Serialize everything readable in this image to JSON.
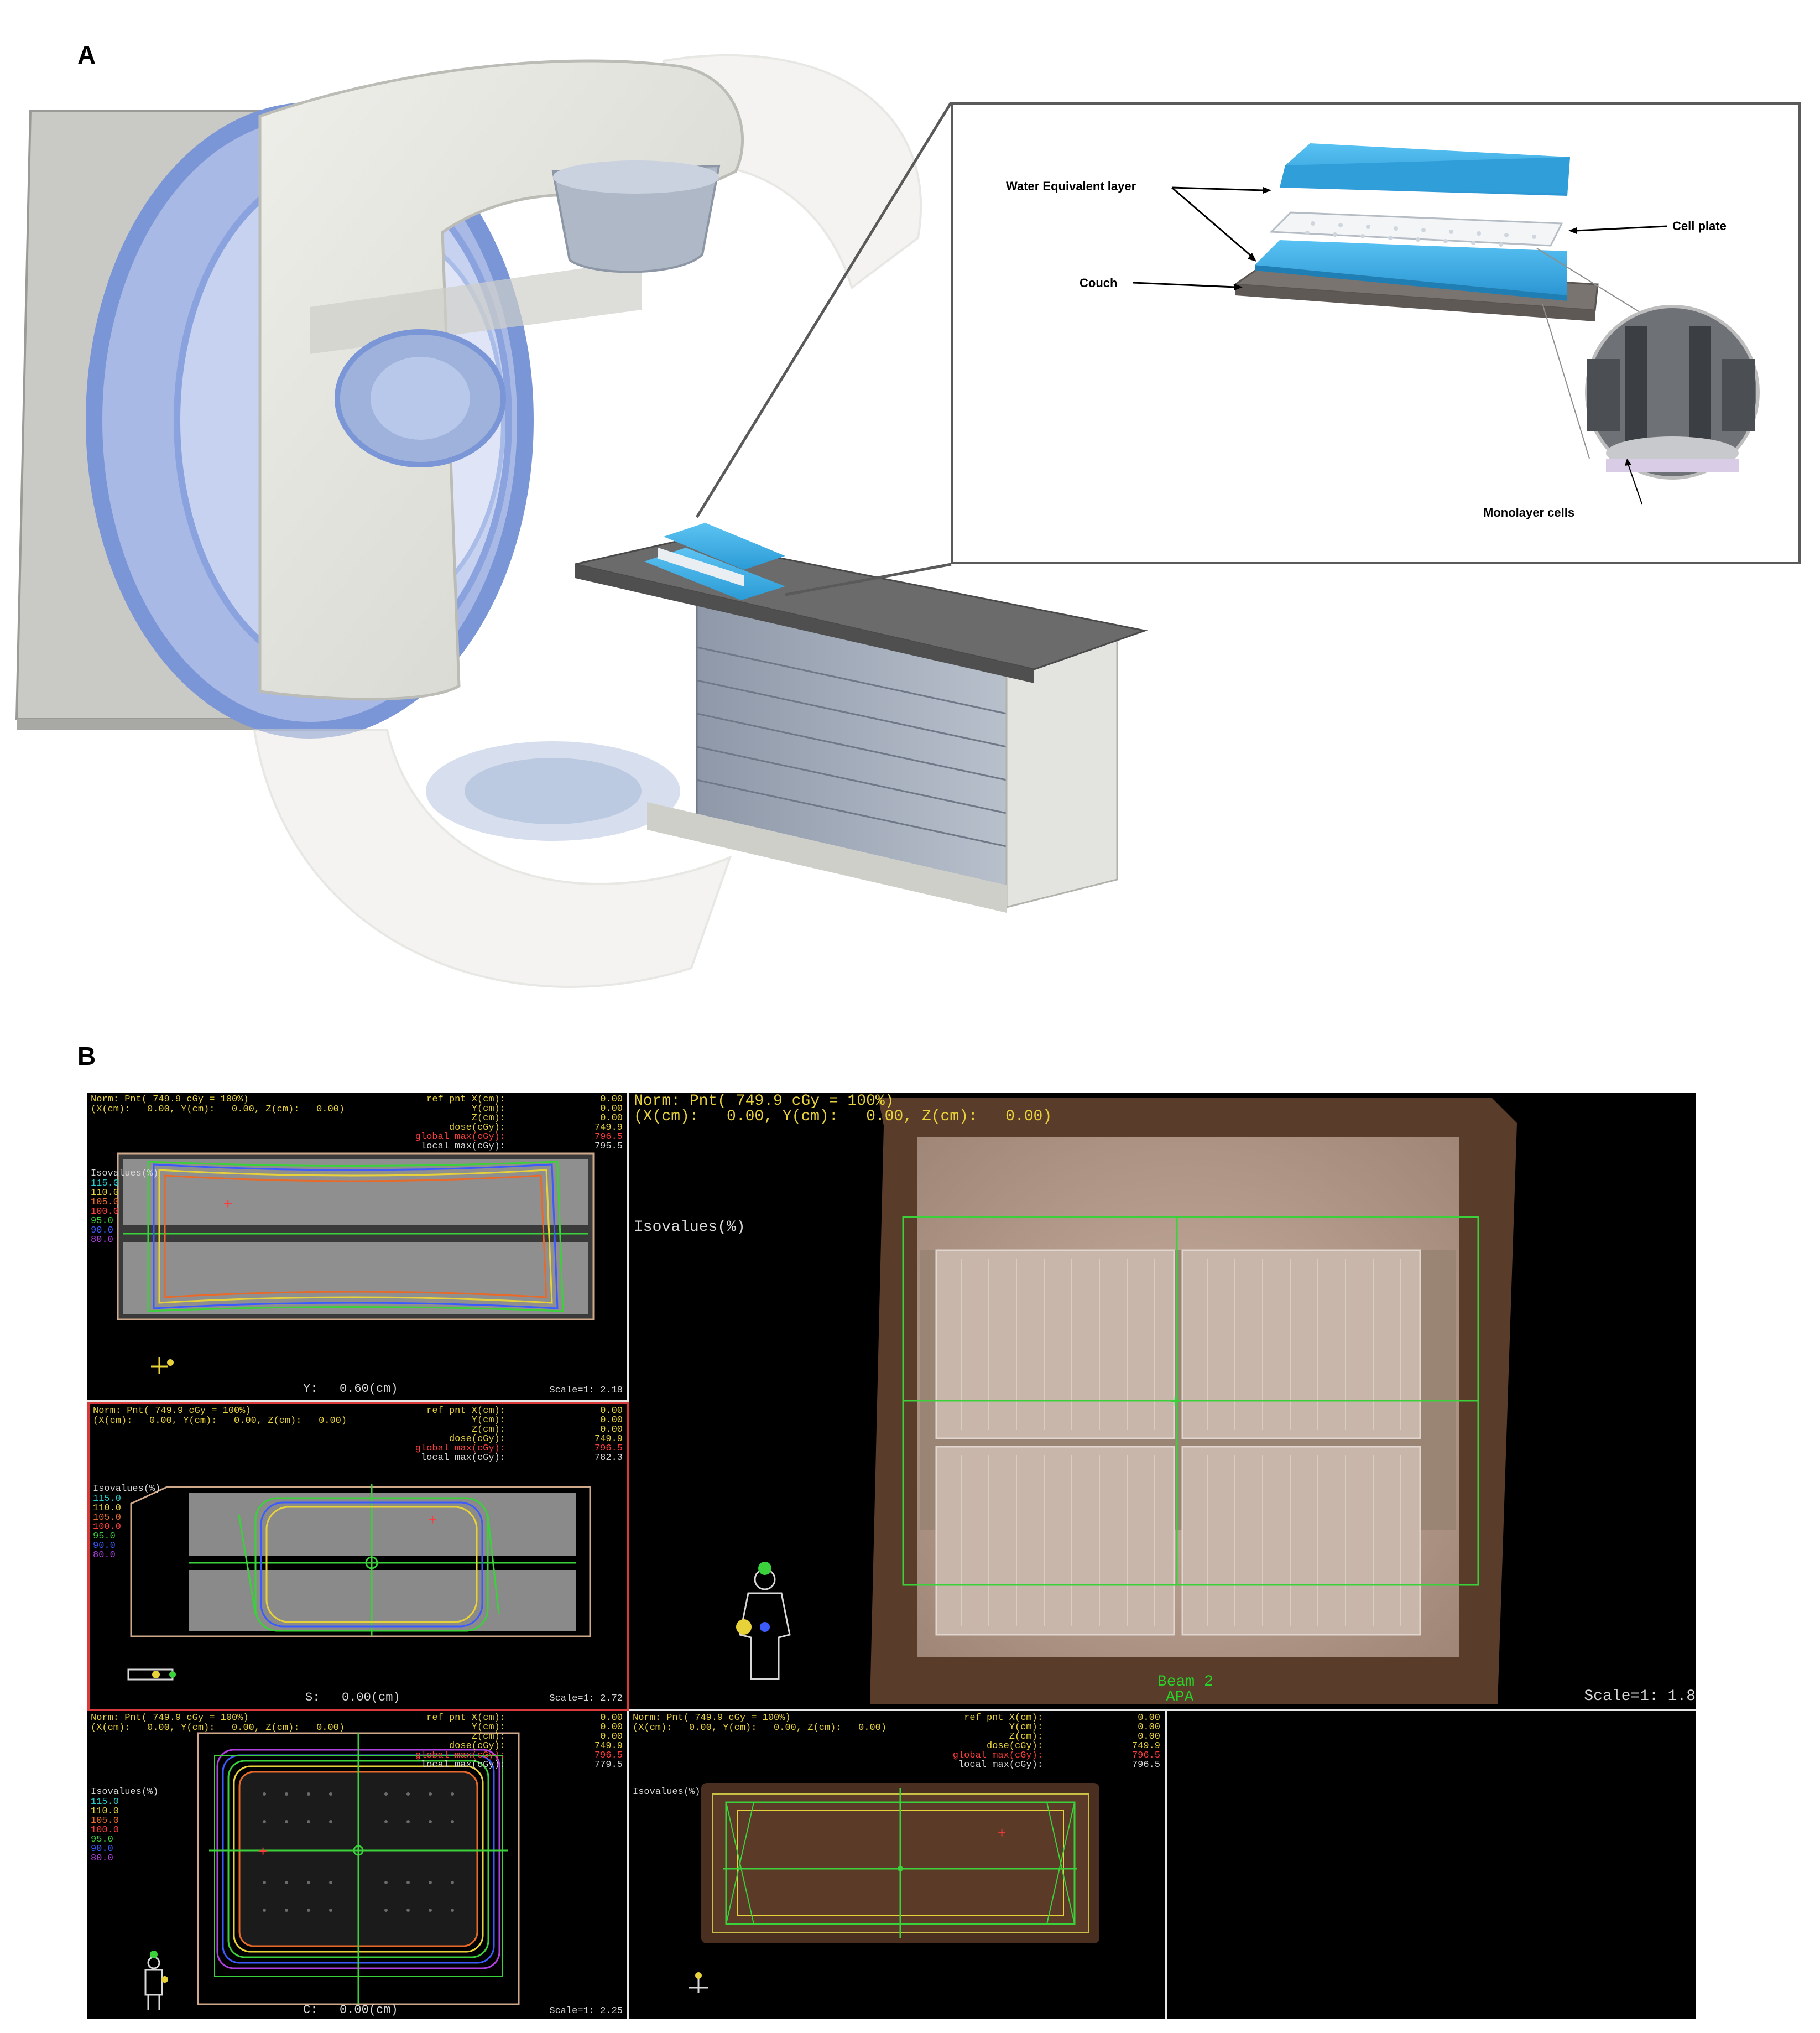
{
  "panels": {
    "a": "A",
    "b": "B"
  },
  "inset": {
    "water_layer": "Water Equivalent layer",
    "couch": "Couch",
    "cell_plate": "Cell plate",
    "monolayer": "Monolayer cells"
  },
  "tps": {
    "top_left": {
      "header1": "Norm: Pnt( 749.9 cGy = 100%)",
      "header2": "(X(cm):   0.00, Y(cm):   0.00, Z(cm):   0.00)",
      "ref_labels": [
        "ref pnt X(cm):",
        "Y(cm):",
        "Z(cm):",
        "dose(cGy):",
        "global max(cGy):",
        "local max(cGy):"
      ],
      "ref_values": [
        "0.00",
        "0.00",
        "0.00",
        "749.9",
        "796.5",
        "795.5"
      ],
      "iso_title": "Isovalues(%)",
      "iso_values": [
        "115.0",
        "110.0",
        "105.0",
        "100.0",
        "95.0",
        "90.0",
        "80.0"
      ],
      "footer_coord": "Y:   0.60(cm)",
      "footer_scale": "Scale=1: 2.18"
    },
    "mid_left": {
      "header1": "Norm: Pnt( 749.9 cGy = 100%)",
      "header2": "(X(cm):   0.00, Y(cm):   0.00, Z(cm):   0.00)",
      "ref_labels": [
        "ref pnt X(cm):",
        "Y(cm):",
        "Z(cm):",
        "dose(cGy):",
        "global max(cGy):",
        "local max(cGy):"
      ],
      "ref_values": [
        "0.00",
        "0.00",
        "0.00",
        "749.9",
        "796.5",
        "782.3"
      ],
      "iso_title": "Isovalues(%)",
      "iso_values": [
        "115.0",
        "110.0",
        "105.0",
        "100.0",
        "95.0",
        "90.0",
        "80.0"
      ],
      "footer_coord": "S:   0.00(cm)",
      "footer_scale": "Scale=1: 2.72"
    },
    "bottom_left": {
      "header1": "Norm: Pnt( 749.9 cGy = 100%)",
      "header2": "(X(cm):   0.00, Y(cm):   0.00, Z(cm):   0.00)",
      "ref_labels": [
        "ref pnt X(cm):",
        "Y(cm):",
        "Z(cm):",
        "dose(cGy):",
        "global max(cGy):",
        "local max(cGy):"
      ],
      "ref_values": [
        "0.00",
        "0.00",
        "0.00",
        "749.9",
        "796.5",
        "779.5"
      ],
      "iso_title": "Isovalues(%)",
      "iso_values": [
        "115.0",
        "110.0",
        "105.0",
        "100.0",
        "95.0",
        "90.0",
        "80.0"
      ],
      "footer_coord": "C:   0.00(cm)",
      "footer_scale": "Scale=1: 2.25"
    },
    "bev": {
      "header1": "Norm: Pnt( 749.9 cGy = 100%)",
      "header2": "(X(cm):   0.00, Y(cm):   0.00, Z(cm):   0.00)",
      "iso_title": "Isovalues(%)",
      "beam": "Beam 2",
      "beam_dir": "APA",
      "scale": "Scale=1: 1.8"
    },
    "bottom_mid": {
      "header1": "Norm: Pnt( 749.9 cGy = 100%)",
      "header2": "(X(cm):   0.00, Y(cm):   0.00, Z(cm):   0.00)",
      "ref_labels": [
        "ref pnt X(cm):",
        "Y(cm):",
        "Z(cm):",
        "dose(cGy):",
        "global max(cGy):",
        "local max(cGy):"
      ],
      "ref_values": [
        "0.00",
        "0.00",
        "0.00",
        "749.9",
        "796.5",
        "796.5"
      ],
      "iso_title": "Isovalues(%)"
    }
  },
  "colors": {
    "isolines": [
      "#27c9c9",
      "#e8d23a",
      "#e86a2a",
      "#ff3b3b",
      "#3bd13b",
      "#3b5bff",
      "#b040e0"
    ],
    "water_block": "#3aaee6",
    "couch": "#5e5e5e",
    "gantry_ring": "#7b96d6",
    "viewport_border": "#e6e6e6",
    "selected_border": "#d93a3a"
  }
}
